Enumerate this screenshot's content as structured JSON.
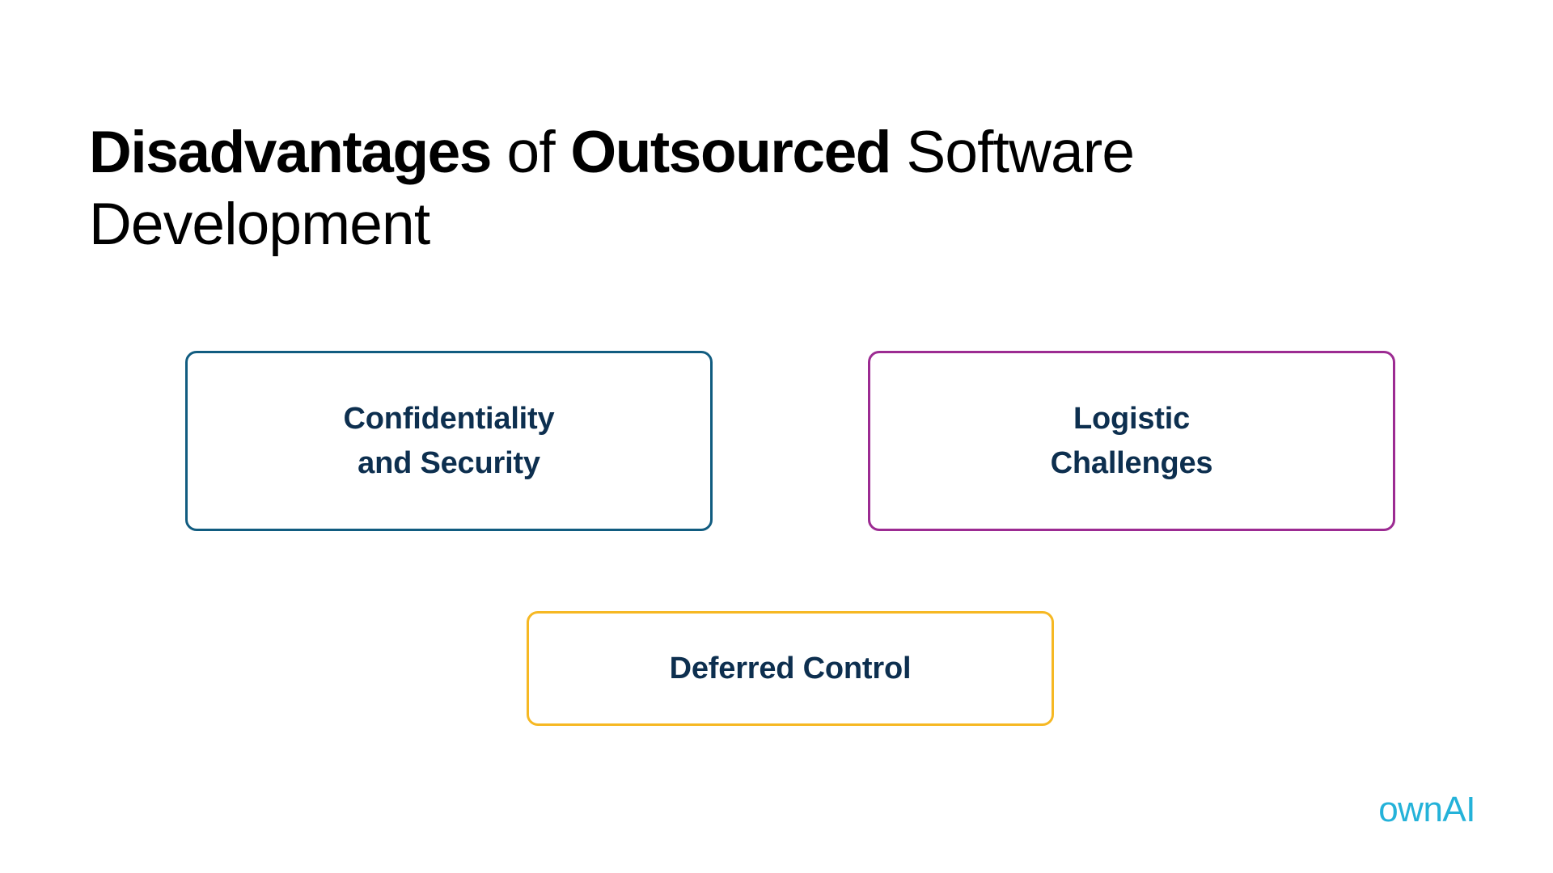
{
  "slide": {
    "background_color": "#ffffff",
    "title": {
      "segments": [
        {
          "text": "Disadvantages",
          "weight": "bold"
        },
        {
          "text": " of ",
          "weight": "regular"
        },
        {
          "text": "Outsourced",
          "weight": "bold"
        },
        {
          "text": " Software Development",
          "weight": "regular"
        }
      ],
      "plain_text": "Disadvantages of Outsourced Software Development",
      "color": "#000000"
    },
    "boxes": [
      {
        "id": "confidentiality",
        "label": "Confidentiality\nand Security",
        "border_color": "#115c80",
        "text_color": "#0d2f4f"
      },
      {
        "id": "logistic",
        "label": "Logistic\nChallenges",
        "border_color": "#9c2b92",
        "text_color": "#0d2f4f"
      },
      {
        "id": "deferred",
        "label": "Deferred Control",
        "border_color": "#f6b823",
        "text_color": "#0d2f4f"
      }
    ],
    "logo": {
      "text": "ownAI",
      "color": "#24b2d9"
    }
  }
}
